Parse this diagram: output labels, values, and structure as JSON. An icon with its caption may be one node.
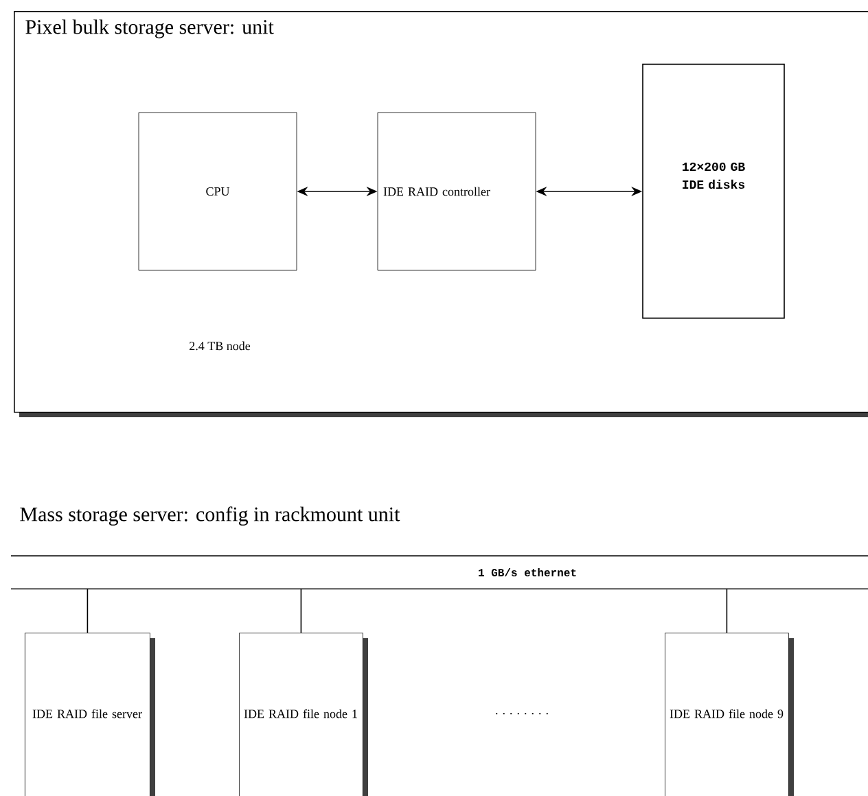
{
  "diagram": {
    "nodes": [
      {
        "text": [
          "Pixel bulk storage server: unit"
        ]
      },
      {
        "text": [
          "CPU"
        ],
        "in": 0
      },
      {
        "text": [
          "IDE RAID controller"
        ],
        "in": 0
      },
      {
        "text": [
          "12×200 GB IDE disks"
        ],
        "in": 0
      },
      {
        "text": [
          "1 GB/s ethernet"
        ]
      },
      {
        "text": [
          "IDE RAID file server"
        ]
      },
      {
        "text": [
          "IDE RAID file node 1"
        ]
      },
      {
        "text": [
          "IDE RAID file node 9"
        ]
      }
    ],
    "edges": [
      {
        "from": 1,
        "to": 2,
        "arrow": "both"
      },
      {
        "from": 2,
        "to": 3,
        "arrow": "both"
      },
      {
        "from": 4,
        "to": 5,
        "arrow": "none"
      },
      {
        "from": 4,
        "to": 6,
        "arrow": "none"
      },
      {
        "from": 4,
        "to": 7,
        "arrow": "none"
      }
    ],
    "labels": [
      "2.4 TB node",
      "Mass storage server: config in rackmount unit",
      ". . . . . . . ."
    ]
  }
}
